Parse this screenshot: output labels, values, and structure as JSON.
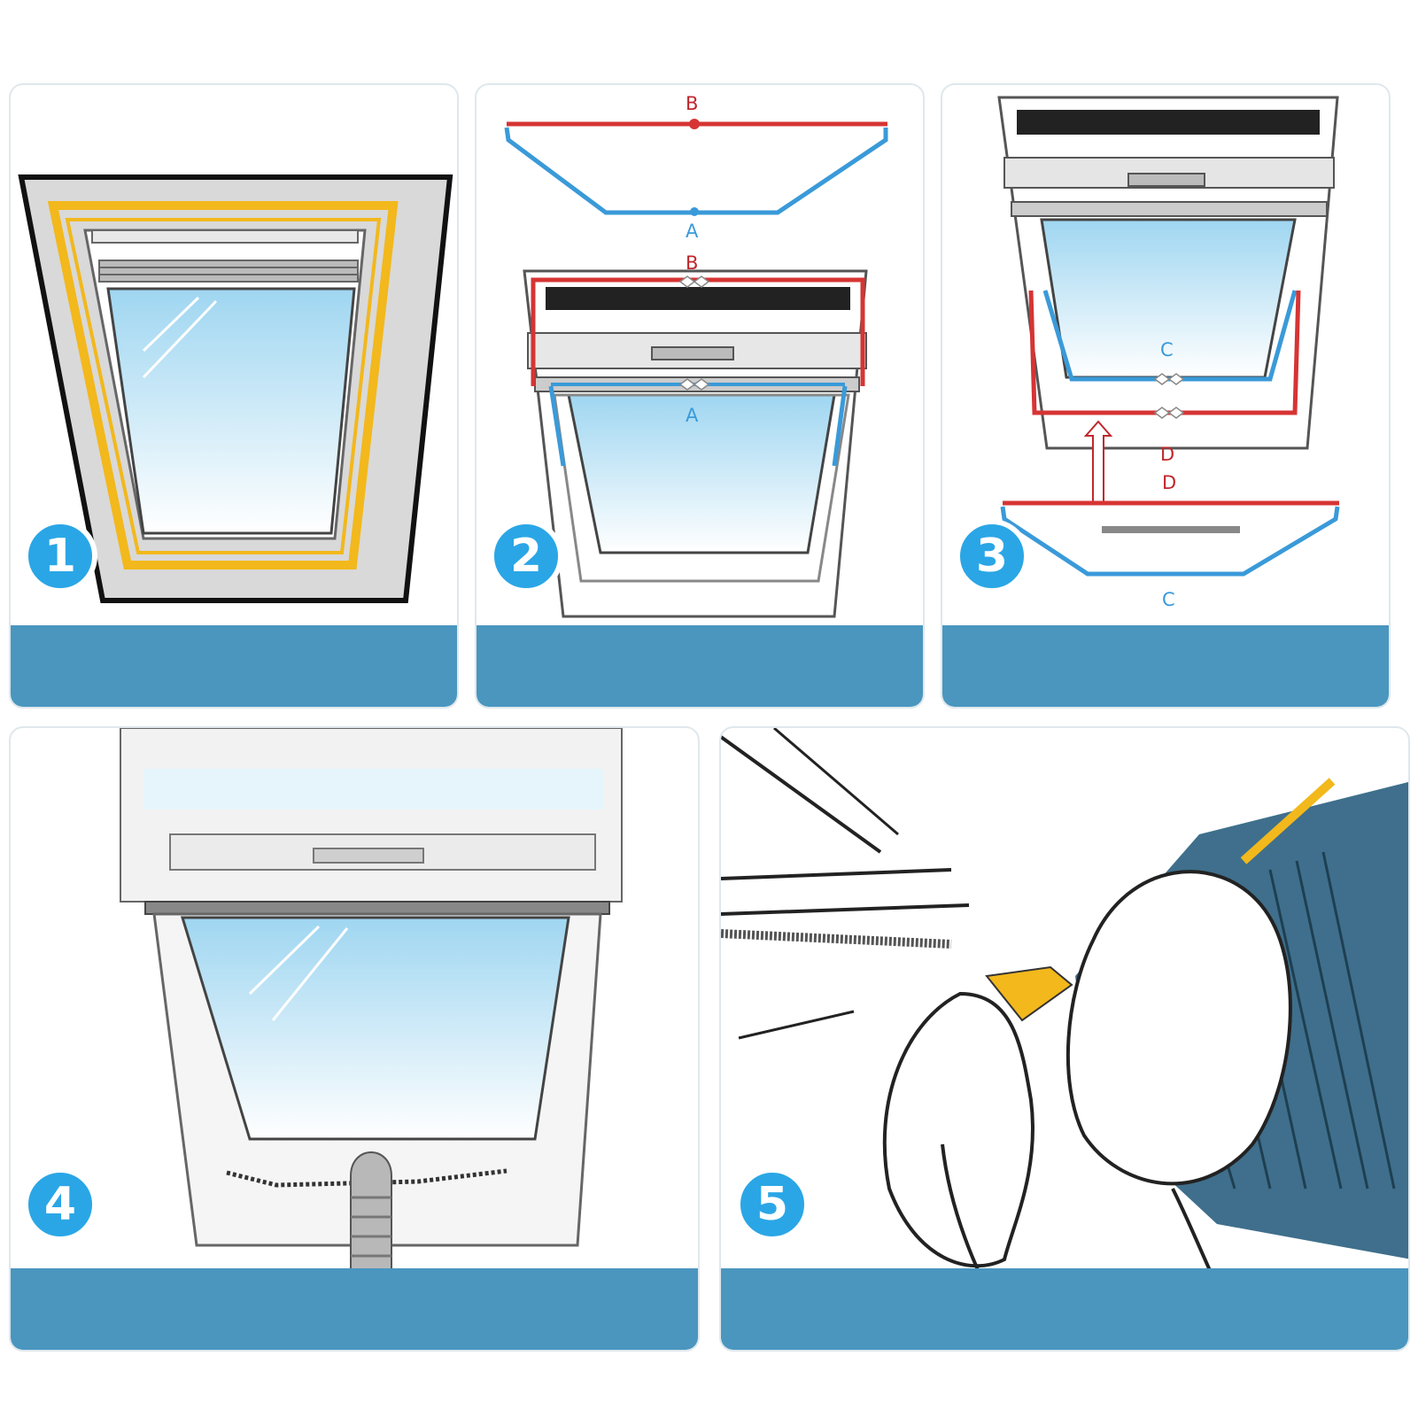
{
  "colors": {
    "accent_band": "#4a96bf",
    "badge": "#2aa6e6",
    "seal_yellow": "#f2b81c",
    "label_red": "#c0272d",
    "label_blue": "#3a9ad9",
    "glass_blue": "#bfe6f8",
    "frame_gray": "#d9d9d9"
  },
  "panels": [
    {
      "number": "1",
      "labels": []
    },
    {
      "number": "2",
      "labels": [
        "B",
        "A",
        "B",
        "A"
      ]
    },
    {
      "number": "3",
      "labels": [
        "C",
        "D",
        "D",
        "C"
      ]
    },
    {
      "number": "4",
      "labels": []
    },
    {
      "number": "5",
      "labels": []
    }
  ]
}
